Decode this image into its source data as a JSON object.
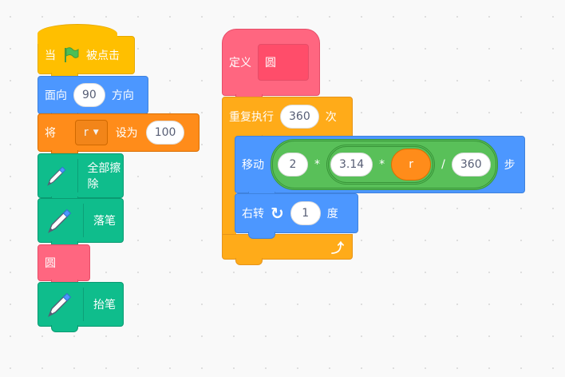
{
  "script1": {
    "hat": {
      "before": "当",
      "after": "被点击",
      "icon": "green-flag-icon"
    },
    "point": {
      "label": "面向",
      "value": "90",
      "suffix": "方向"
    },
    "setvar": {
      "label": "将",
      "var": "r",
      "mid": "设为",
      "value": "100"
    },
    "clear": {
      "label": "全部擦除",
      "icon": "pen-icon"
    },
    "pendown": {
      "label": "落笔",
      "icon": "pen-icon"
    },
    "call": {
      "label": "圆"
    },
    "penup": {
      "label": "抬笔",
      "icon": "pen-icon"
    }
  },
  "script2": {
    "define": {
      "label": "定义",
      "name": "圆"
    },
    "repeat": {
      "label": "重复执行",
      "value": "360",
      "suffix": "次"
    },
    "move": {
      "label": "移动",
      "a": "2",
      "op1": "*",
      "b": "3.14",
      "op2": "*",
      "c": "r",
      "op3": "/",
      "d": "360",
      "suffix": "步"
    },
    "turn": {
      "label": "右转",
      "value": "1",
      "suffix": "度",
      "icon": "rotate-right-icon"
    }
  },
  "colors": {
    "events": "#ffbf00",
    "motion": "#4c97ff",
    "variables": "#ff8c1a",
    "pen": "#0fbd8c",
    "custom": "#ff6680",
    "control": "#ffab19",
    "operators": "#59c059"
  }
}
